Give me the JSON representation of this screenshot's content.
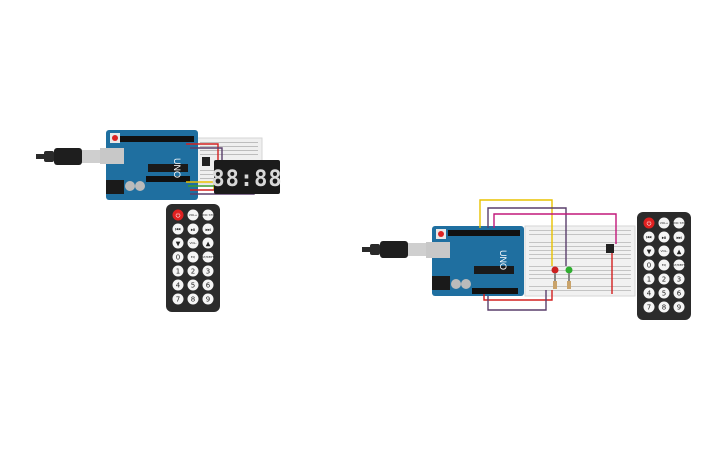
{
  "colors": {
    "board": "#1f6fa0",
    "board_dark": "#155a85",
    "remote_body": "#2b2b2b",
    "power_button": "#e02020",
    "display_bg": "#1b1b1b",
    "display_segment": "#d8d8d8",
    "breadboard": "#f1f1f1",
    "wire_yellow": "#e8c200",
    "wire_purple": "#5a3f6b",
    "wire_magenta": "#c2187a",
    "wire_red": "#d32020",
    "wire_green": "#3b9b2a",
    "led_red": "#cc1f1f",
    "led_green": "#2fae2f"
  },
  "circuit_left": {
    "board_brand": "UNO",
    "display_digits": "88:88"
  },
  "circuit_right": {
    "board_brand": "UNO"
  },
  "remote_buttons": [
    {
      "label": "⏻",
      "kind": "power"
    },
    {
      "label": "VOL+",
      "kind": "small"
    },
    {
      "label": "FUNC STOP",
      "kind": "small"
    },
    {
      "label": "⏮",
      "kind": "icon"
    },
    {
      "label": "⏯",
      "kind": "icon"
    },
    {
      "label": "⏭",
      "kind": "icon"
    },
    {
      "label": "▼",
      "kind": "icon"
    },
    {
      "label": "VOL-",
      "kind": "small"
    },
    {
      "label": "▲",
      "kind": "icon"
    },
    {
      "label": "0",
      "kind": "num"
    },
    {
      "label": "EQ",
      "kind": "small"
    },
    {
      "label": "ST/REPT",
      "kind": "small"
    },
    {
      "label": "1",
      "kind": "num"
    },
    {
      "label": "2",
      "kind": "num"
    },
    {
      "label": "3",
      "kind": "num"
    },
    {
      "label": "4",
      "kind": "num"
    },
    {
      "label": "5",
      "kind": "num"
    },
    {
      "label": "6",
      "kind": "num"
    },
    {
      "label": "7",
      "kind": "num"
    },
    {
      "label": "8",
      "kind": "num"
    },
    {
      "label": "9",
      "kind": "num"
    }
  ]
}
